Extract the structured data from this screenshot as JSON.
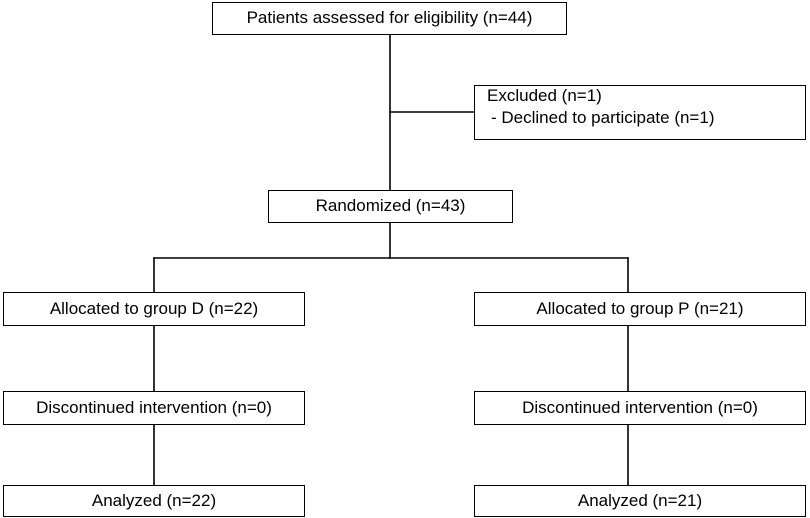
{
  "flowchart": {
    "assessed": "Patients assessed for eligibility (n=44)",
    "excluded": {
      "title": "Excluded (n=1)",
      "reason": "- Declined to participate (n=1)"
    },
    "randomized": "Randomized (n=43)",
    "groups": [
      {
        "allocated": "Allocated to group D (n=22)",
        "discontinued": "Discontinued intervention (n=0)",
        "analyzed": "Analyzed (n=22)"
      },
      {
        "allocated": "Allocated to group P (n=21)",
        "discontinued": "Discontinued intervention (n=0)",
        "analyzed": "Analyzed (n=21)"
      }
    ]
  },
  "colors": {
    "stroke": "#000000",
    "background": "#ffffff"
  }
}
